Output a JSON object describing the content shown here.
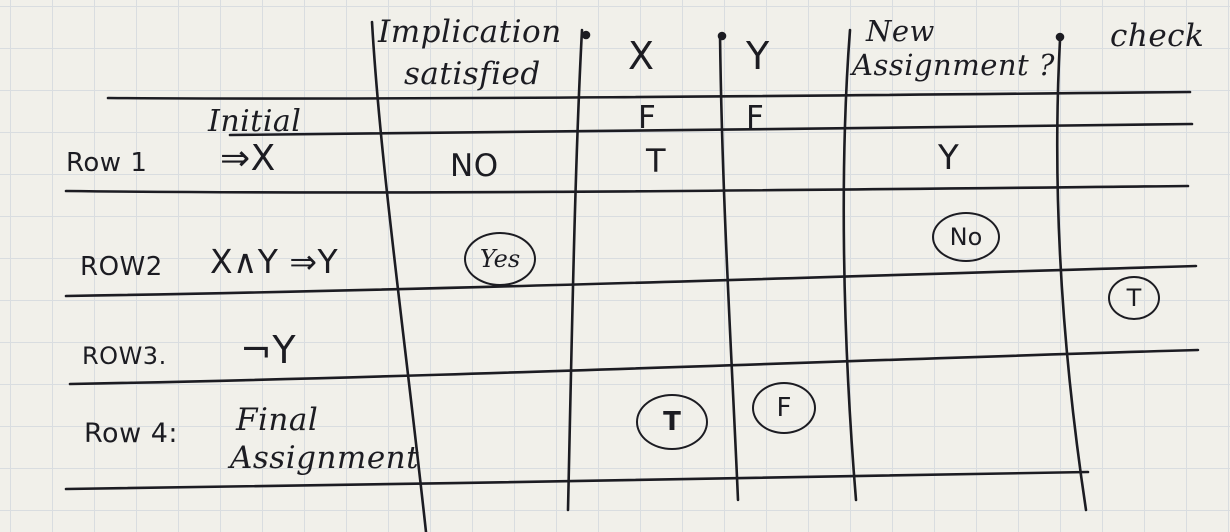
{
  "headers": {
    "implication": "Implication",
    "satisfied": "satisfied",
    "x": "X",
    "y": "Y",
    "new": "New",
    "assignment": "Assignment ?",
    "check": "check"
  },
  "initial": {
    "label": "Initial",
    "x": "F",
    "y": "F"
  },
  "rows": [
    {
      "label": "Row 1",
      "formula": "⇒X",
      "satisfied": "NO",
      "x": "T",
      "new_assignment": "Y"
    },
    {
      "label": "ROW2",
      "formula": "X∧Y ⇒Y",
      "satisfied": "Yes",
      "new_assignment": "No",
      "check": "T"
    },
    {
      "label": "ROW3.",
      "formula": "¬Y"
    },
    {
      "label": "Row 4:",
      "formula_line1": "Final",
      "formula_line2": "Assignment",
      "x": "T",
      "y": "F"
    }
  ]
}
